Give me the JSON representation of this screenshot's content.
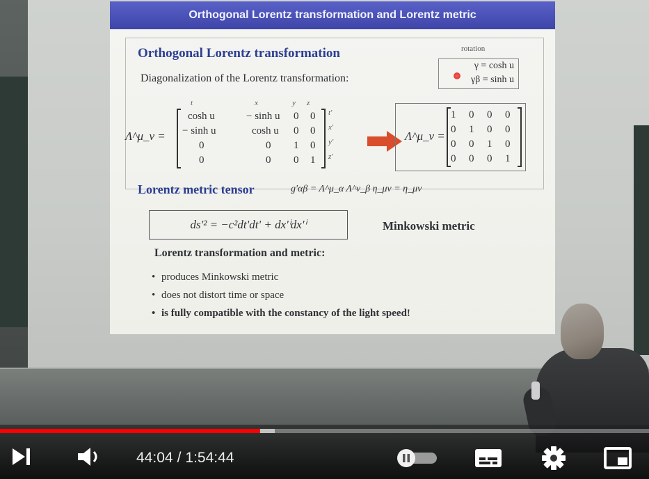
{
  "slide": {
    "title": "Orthogonal Lorentz transformation and Lorentz metric",
    "section1_title": "Orthogonal Lorentz transformation",
    "diag_text": "Diagonalization of the Lorentz transformation:",
    "rotation_label": "rotation",
    "rotation_line1": "γ = cosh u",
    "rotation_line2": "γβ = sinh u",
    "lambda_label": "Λ^μ_ν =",
    "column_labels": [
      "t",
      "x",
      "y",
      "z"
    ],
    "row_labels": [
      "t'",
      "x'",
      "y'",
      "z'"
    ],
    "matrix_rows": [
      [
        "cosh u",
        "− sinh u",
        "0",
        "0"
      ],
      [
        "− sinh u",
        "cosh u",
        "0",
        "0"
      ],
      [
        "0",
        "0",
        "1",
        "0"
      ],
      [
        "0",
        "0",
        "0",
        "1"
      ]
    ],
    "identity_lambda": "Λ^μ_ν =",
    "identity_rows": [
      [
        "1",
        "0",
        "0",
        "0"
      ],
      [
        "0",
        "1",
        "0",
        "0"
      ],
      [
        "0",
        "0",
        "1",
        "0"
      ],
      [
        "0",
        "0",
        "0",
        "1"
      ]
    ],
    "section2_title": "Lorentz metric tensor",
    "metric_equation": "g'αβ = Λ^μ_α Λ^ν_β η_μν = η_μν",
    "ds_equation": "ds'² = −c²dt'dt' + dx'ⁱdx'ⁱ",
    "minkowski_label": "Minkowski metric",
    "lt_heading": "Lorentz transformation and metric:",
    "bullets": [
      "produces Minkowski metric",
      "does not distort time or space",
      "is fully compatible with the constancy of the light speed!"
    ]
  },
  "player": {
    "current_time": "44:04",
    "separator": "/",
    "duration": "1:54:44",
    "progress_fraction": 0.401,
    "buffered_fraction": 0.423,
    "colors": {
      "played": "#ff0000",
      "accent": "#ffffff"
    },
    "icons": [
      "next-icon",
      "volume-icon",
      "autoplay-toggle-icon",
      "subtitles-icon",
      "settings-icon",
      "miniplayer-icon"
    ]
  }
}
